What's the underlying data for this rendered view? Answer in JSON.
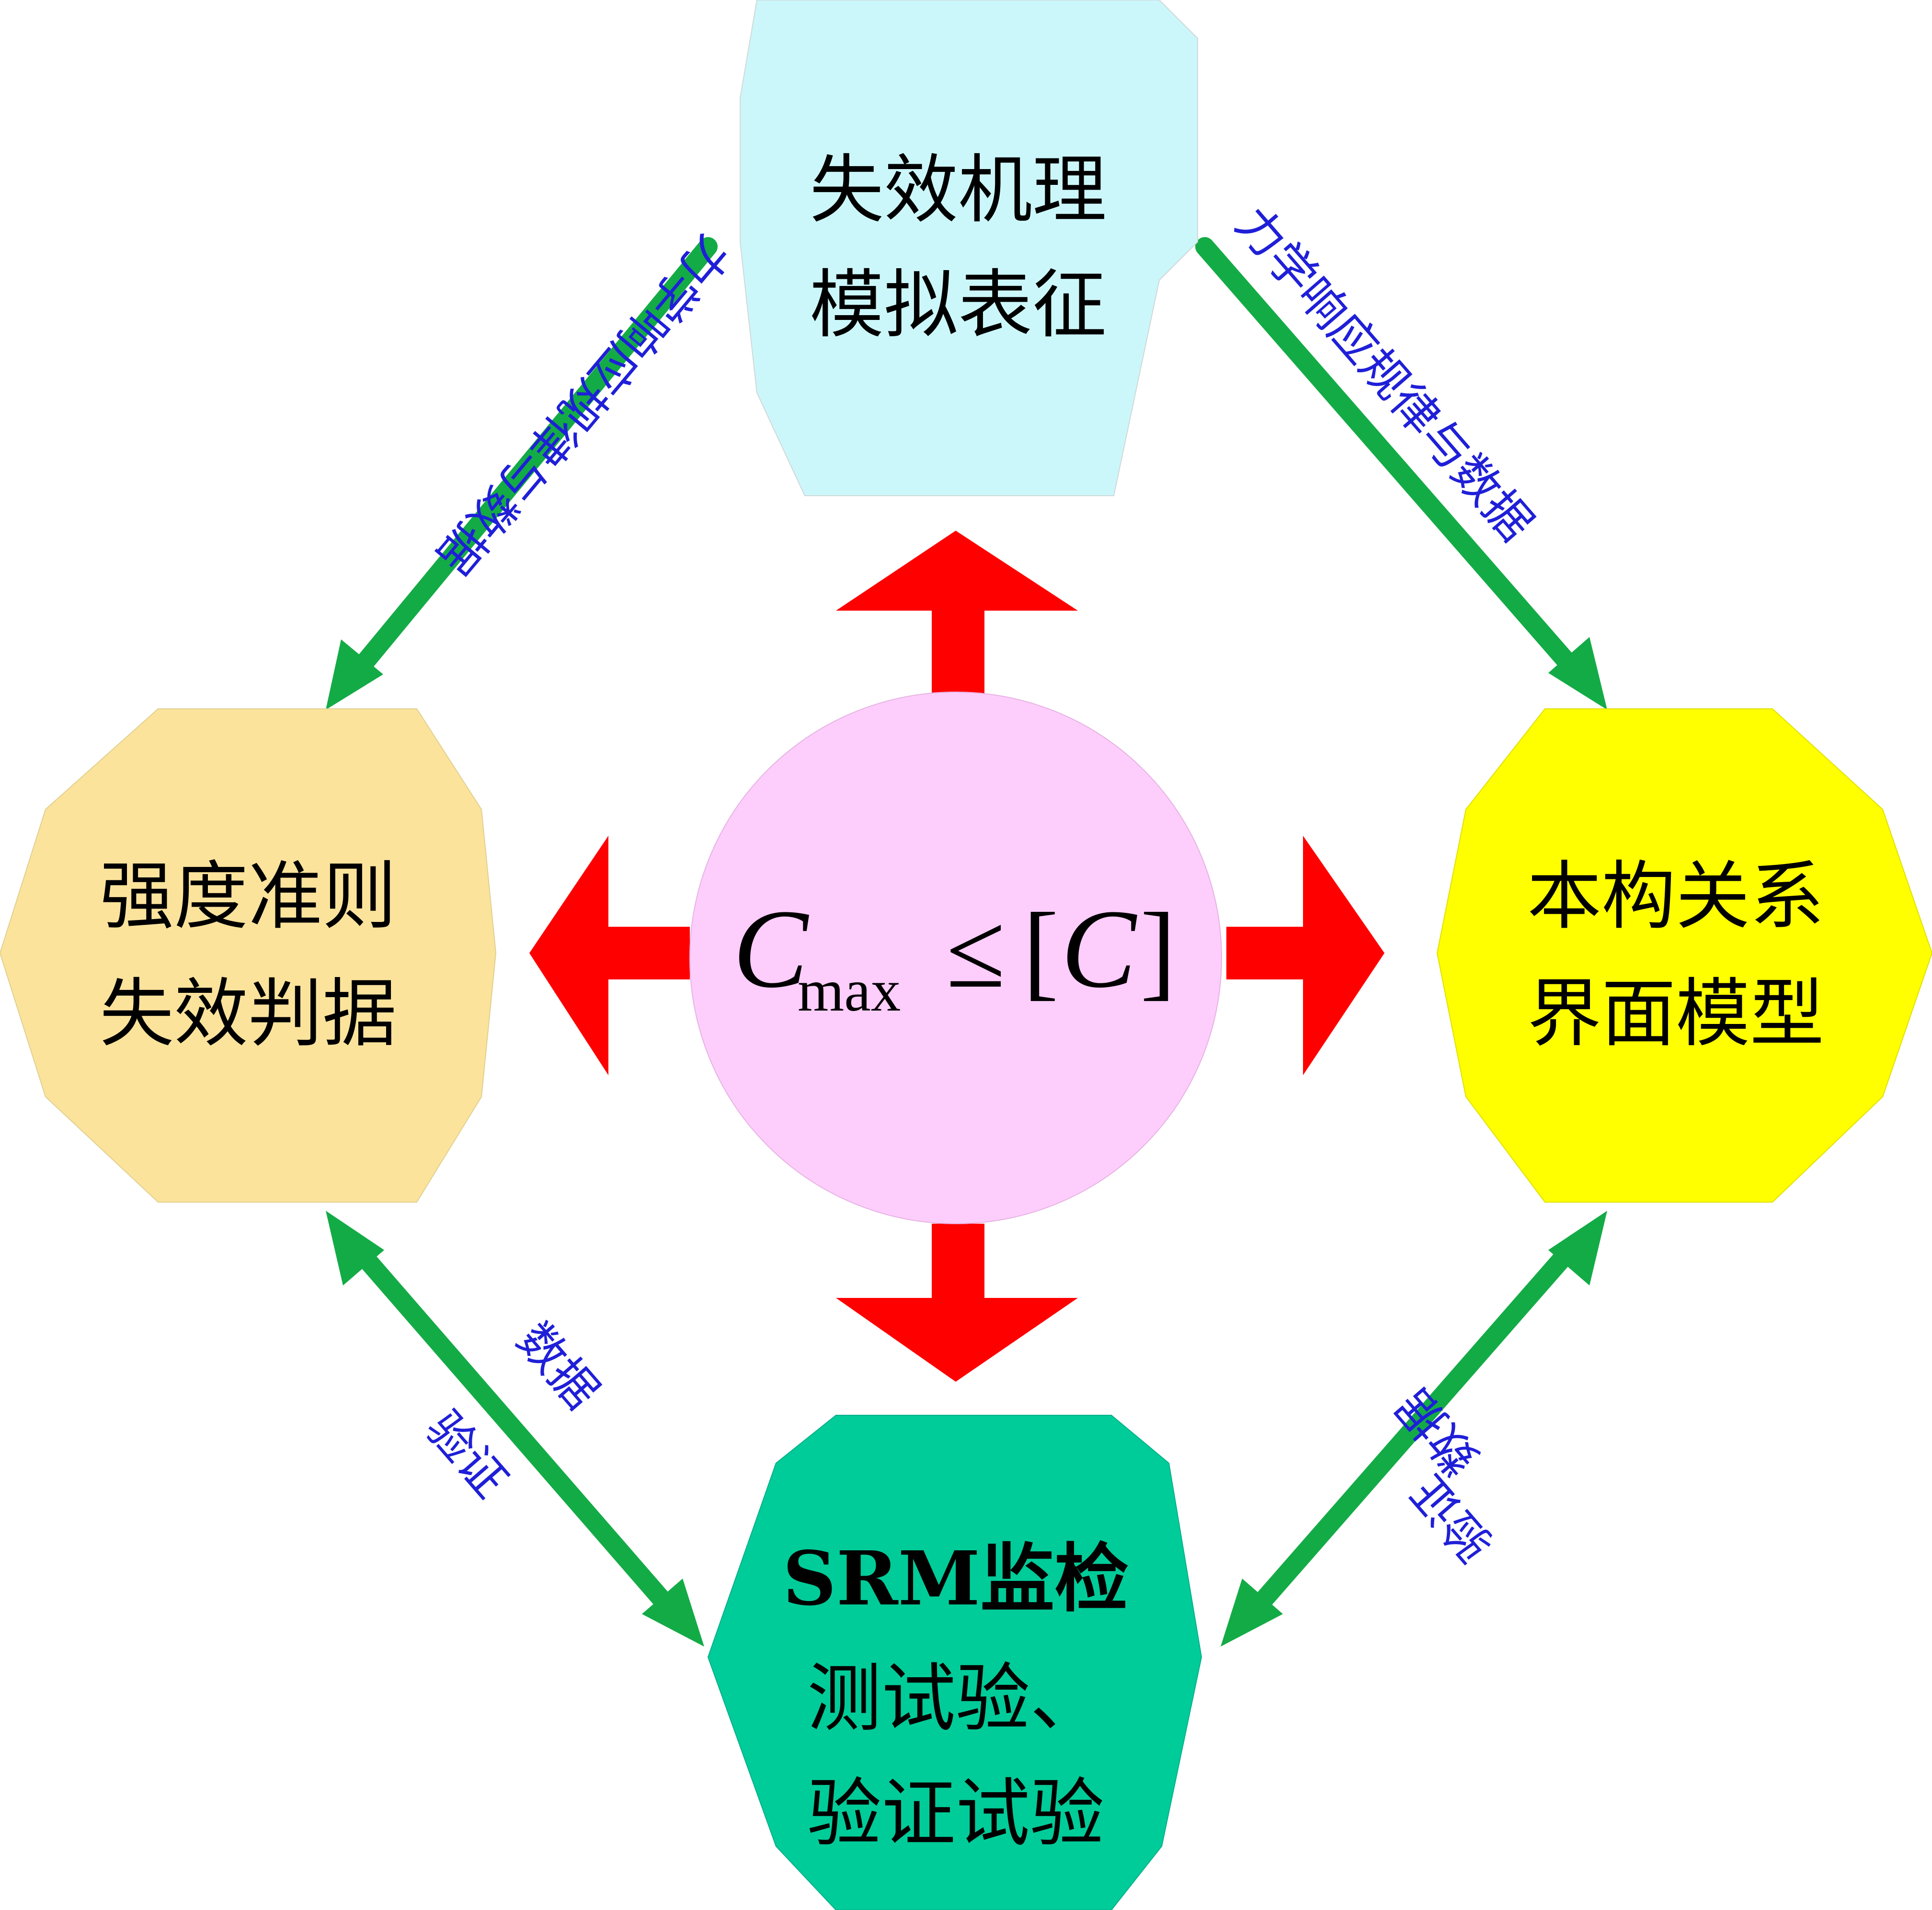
{
  "nodes": {
    "top": {
      "lines": [
        "失效机理",
        "模拟表征"
      ],
      "color": "#ccf7fa"
    },
    "left": {
      "lines": [
        "强度准则",
        "失效判据"
      ],
      "color": "#fce39c"
    },
    "right": {
      "lines": [
        "本构关系",
        "界面模型"
      ],
      "color": "#ffff00"
    },
    "bottom": {
      "lines": [
        "SRM监检",
        "测试验、",
        "验证试验"
      ],
      "color": "#00cc99"
    }
  },
  "center": {
    "variable": "C",
    "subscript": "max",
    "relation": "≤",
    "bracket_open": "[",
    "bracket_close": "]",
    "bound": "C",
    "color": "#fdcdfb"
  },
  "links": {
    "top_left": "力学响应规律与数据",
    "top_right": "力学响应规律与数据",
    "left_bottom_1": "数据",
    "left_bottom_2": "验证",
    "right_bottom_1": "数据",
    "right_bottom_2": "验证"
  },
  "colors": {
    "link_arrow": "#13ab46",
    "center_arrow": "#ff0000",
    "link_text": "#1f1fd8"
  }
}
